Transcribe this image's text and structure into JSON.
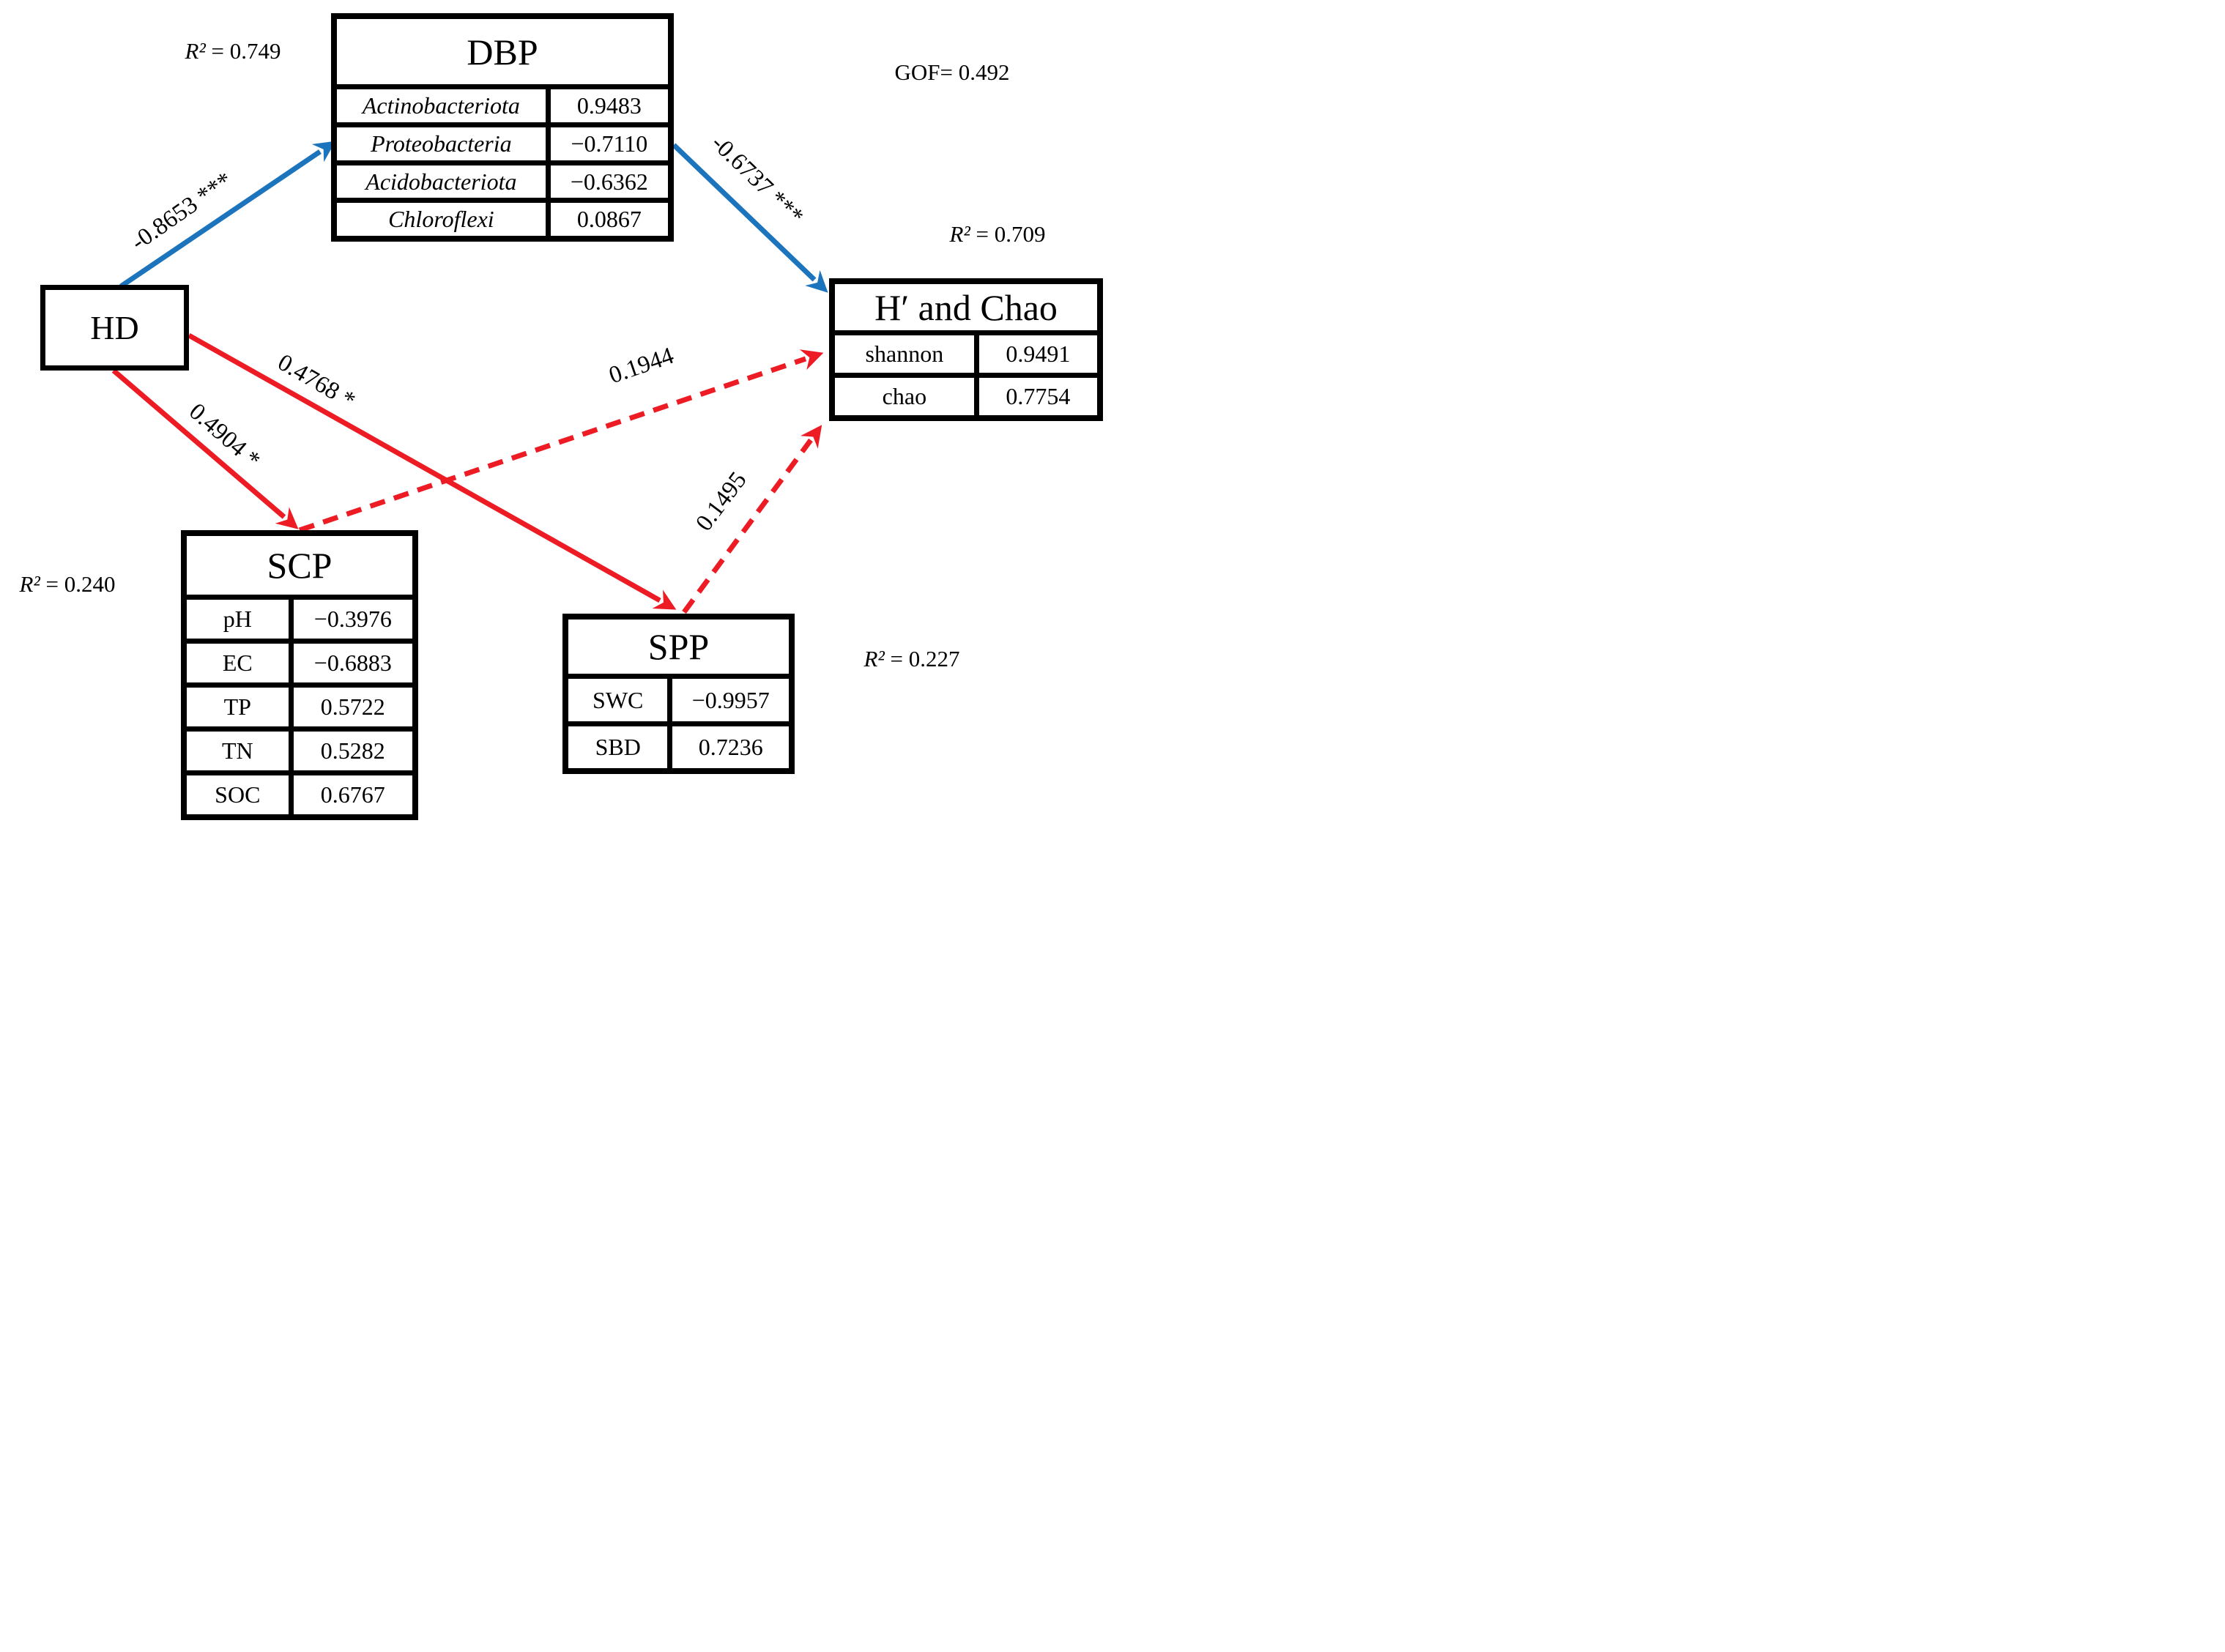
{
  "gof": {
    "label": "GOF= 0.492"
  },
  "nodes": {
    "hd": {
      "title": "HD"
    },
    "dbp": {
      "title": "DBP",
      "r2_symbol": "R²",
      "r2_value": " = 0.749",
      "rows": [
        {
          "label": "Actinobacteriota",
          "value": "0.9483"
        },
        {
          "label": "Proteobacteria",
          "value": "−0.7110"
        },
        {
          "label": "Acidobacteriota",
          "value": "−0.6362"
        },
        {
          "label": "Chloroflexi",
          "value": "0.0867"
        }
      ]
    },
    "diversity": {
      "title": "H′ and Chao",
      "r2_symbol": "R²",
      "r2_value": " = 0.709",
      "rows": [
        {
          "label": "shannon",
          "value": "0.9491"
        },
        {
          "label": "chao",
          "value": "0.7754"
        }
      ]
    },
    "scp": {
      "title": "SCP",
      "r2_symbol": "R²",
      "r2_value": " = 0.240",
      "rows": [
        {
          "label": "pH",
          "value": "−0.3976"
        },
        {
          "label": "EC",
          "value": "−0.6883"
        },
        {
          "label": "TP",
          "value": "0.5722"
        },
        {
          "label": "TN",
          "value": "0.5282"
        },
        {
          "label": "SOC",
          "value": "0.6767"
        }
      ]
    },
    "spp": {
      "title": "SPP",
      "r2_symbol": "R²",
      "r2_value": " = 0.227",
      "rows": [
        {
          "label": "SWC",
          "value": "−0.9957"
        },
        {
          "label": "SBD",
          "value": "0.7236"
        }
      ]
    }
  },
  "edges": [
    {
      "from": "HD",
      "to": "DBP",
      "label": "-0.8653 ***",
      "color": "#1c75bc",
      "line": "solid"
    },
    {
      "from": "DBP",
      "to": "H′ and Chao",
      "label": "-0.6737 ***",
      "color": "#1c75bc",
      "line": "solid"
    },
    {
      "from": "HD",
      "to": "SCP",
      "label": "0.4904 *",
      "color": "#ed1c24",
      "line": "solid"
    },
    {
      "from": "HD",
      "to": "SPP",
      "label": "0.4768 *",
      "color": "#ed1c24",
      "line": "solid"
    },
    {
      "from": "SCP",
      "to": "H′ and Chao",
      "label": "0.1944",
      "color": "#ed1c24",
      "line": "dashed"
    },
    {
      "from": "SPP",
      "to": "H′ and Chao",
      "label": "0.1495",
      "color": "#ed1c24",
      "line": "dashed"
    }
  ],
  "colors": {
    "blue_path": "#1c75bc",
    "red_path": "#ed1c24",
    "border": "#000000",
    "background": "#ffffff"
  }
}
